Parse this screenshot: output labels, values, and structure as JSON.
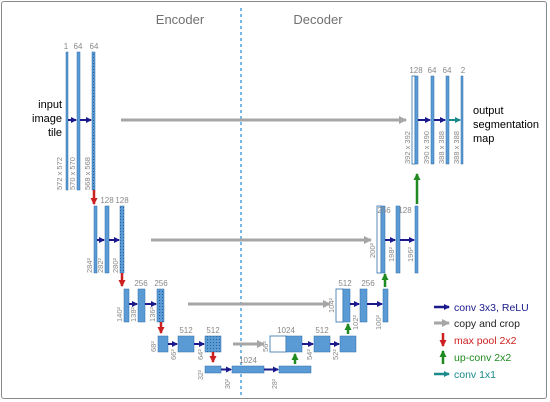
{
  "sections": {
    "encoder": "Encoder",
    "decoder": "Decoder"
  },
  "input_label": [
    "input",
    "image",
    "tile"
  ],
  "output_label": [
    "output",
    "segmentation",
    "map"
  ],
  "dims": {
    "l1_in": "572 x 572",
    "l1_a": "570 x 570",
    "l1_b": "568 x 568",
    "l2_in": "284²",
    "l2_a": "282²",
    "l2_b": "280²",
    "l3_in": "140²",
    "l3_a": "138²",
    "l3_b": "136²",
    "l4_in": "68²",
    "l4_a": "66²",
    "l4_b": "64²",
    "l5_in": "32²",
    "l5_a": "30²",
    "l5_b": "28²",
    "d4_in": "56²",
    "d4_a": "54²",
    "d4_b": "52²",
    "d3_in": "104²",
    "d3_a": "102²",
    "d3_b": "100²",
    "d2_in": "200²",
    "d2_a": "198²",
    "d2_b": "196²",
    "d1_in": "392 x 392",
    "d1_a": "390 x 390",
    "d1_b": "388 x 388",
    "d1_c": "388 x 388"
  },
  "channels": {
    "l1_in": "1",
    "l1_a": "64",
    "l1_b": "64",
    "l2_a": "128",
    "l2_b": "128",
    "l3_a": "256",
    "l3_b": "256",
    "l4_a": "512",
    "l4_b": "512",
    "l5_a": "1024",
    "d4_in": "1024",
    "d4_a": "512",
    "d3_in": "512",
    "d3_a": "256",
    "d2_in": "256",
    "d2_a": "128",
    "d1_in": "128",
    "d1_a": "64",
    "d1_b": "64",
    "d1_c": "2"
  },
  "legend": [
    {
      "label": "conv 3x3, ReLU",
      "color": "#1a1a8c",
      "icon": "right-arrow-icon"
    },
    {
      "label": "copy and crop",
      "color": "#a6a6a6",
      "icon": "right-arrow-icon"
    },
    {
      "label": "max pool 2x2",
      "color": "#cc1f1f",
      "icon": "down-arrow-icon"
    },
    {
      "label": "up-conv 2x2",
      "color": "#1f8a1f",
      "icon": "up-arrow-icon"
    },
    {
      "label": "conv 1x1",
      "color": "#1a8a8a",
      "icon": "right-arrow-icon"
    }
  ],
  "colors": {
    "feature_map": "#5b9bd5",
    "feature_map_edge": "#2f6fa8",
    "divider": "#4aa3df",
    "text_gray": "#888888"
  }
}
